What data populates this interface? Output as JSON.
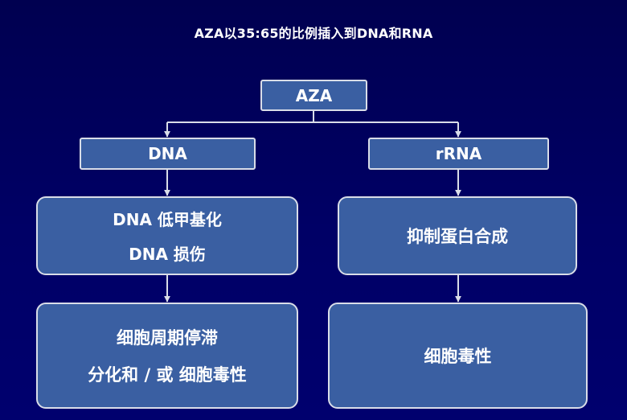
{
  "title": "AZA以35:65的比例插入到DNA和RNA",
  "root": "AZA",
  "left_branch": {
    "label": "DNA",
    "effect_lines": [
      "DNA 低甲基化",
      "DNA 损伤"
    ],
    "outcome_lines": [
      "细胞周期停滞",
      "分化和 / 或 细胞毒性"
    ]
  },
  "right_branch": {
    "label": "rRNA",
    "effect_lines": [
      "抑制蛋白合成"
    ],
    "outcome_lines": [
      "细胞毒性"
    ]
  },
  "colors": {
    "background": "#000058",
    "box_fill": "#3a5fa2",
    "box_border": "#d9dde8",
    "connector": "#d9dde8"
  }
}
